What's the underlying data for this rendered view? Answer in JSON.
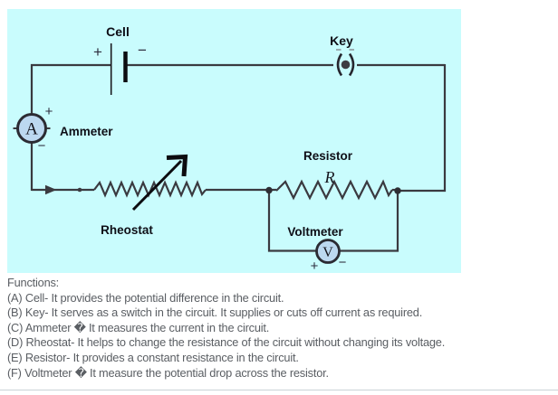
{
  "diagram": {
    "components": {
      "cell": {
        "label": "Cell",
        "plus": "+",
        "minus": "−"
      },
      "key": {
        "label": "Key"
      },
      "ammeter": {
        "label": "Ammeter",
        "symbol": "A",
        "plus": "+",
        "minus": "−"
      },
      "rheostat": {
        "label": "Rheostat"
      },
      "resistor": {
        "label": "Resistor",
        "symbol": "R"
      },
      "voltmeter": {
        "label": "Voltmeter",
        "symbol": "V",
        "plus": "+",
        "minus": "−"
      }
    },
    "colors": {
      "panel_bg": "#c9fcfd",
      "wire": "#3a3a40",
      "label_text": "#0e0e16",
      "meter_fill": "#bcd8f0",
      "meter_border": "#2b2b33",
      "functions_text": "#5a5e63"
    }
  },
  "functions": {
    "heading": "Functions:",
    "items": [
      "(A) Cell- It provides the potential difference in the circuit.",
      "(B) Key- It serves as a switch in the circuit. It supplies or cuts off current as required.",
      "(C) Ammeter � It measures the current in the circuit.",
      "(D) Rheostat- It helps to change the resistance of the circuit without changing its voltage.",
      "(E) Resistor- It provides a constant resistance in the circuit.",
      "(F) Voltmeter � It measure the potential drop across the resistor."
    ]
  }
}
